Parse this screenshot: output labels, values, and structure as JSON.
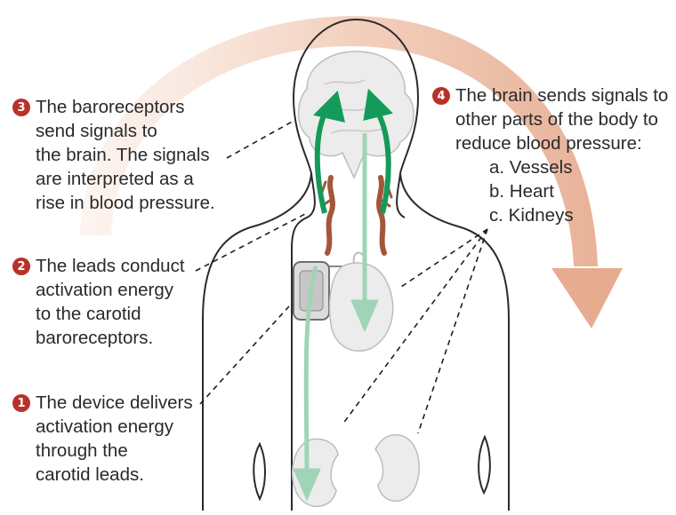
{
  "steps": [
    {
      "number": "1",
      "lines": [
        "The device delivers",
        "activation energy",
        "through the",
        "carotid leads."
      ]
    },
    {
      "number": "2",
      "lines": [
        "The leads conduct",
        "activation energy",
        "to the carotid",
        "baroreceptors."
      ]
    },
    {
      "number": "3",
      "lines": [
        "The baroreceptors",
        "send signals to",
        "the brain. The signals",
        "are interpreted as a",
        "rise in blood pressure."
      ]
    },
    {
      "number": "4",
      "lines": [
        "The brain sends signals to",
        "other parts of the body to",
        "reduce blood pressure:"
      ],
      "sub_items": [
        "a.  Vessels",
        "b.  Heart",
        "c.  Kidneys"
      ]
    }
  ],
  "icons": [
    "body-outline-icon",
    "brain-icon",
    "heart-icon",
    "kidney-icon",
    "pulse-generator-device-icon",
    "carotid-artery-icon",
    "circular-arrow-icon"
  ],
  "colors": {
    "badge": "#b8322a",
    "arc": "#e9b49c",
    "signal_arrow": "#149a5a",
    "lead_arrow": "#9fd4b6",
    "outline": "#2b2b2b",
    "organ_fill": "#eaeaea",
    "artery": "#a2573a"
  }
}
